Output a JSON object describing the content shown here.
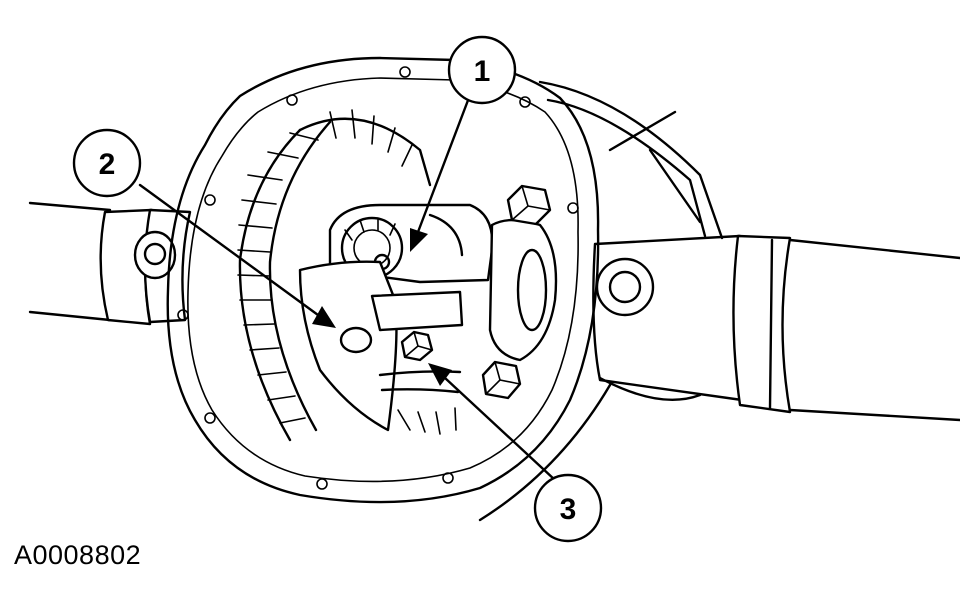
{
  "figure": {
    "id": "A0008802"
  },
  "callouts": [
    {
      "number": "1"
    },
    {
      "number": "2"
    },
    {
      "number": "3"
    }
  ],
  "colors": {
    "line": "#000000",
    "background": "#ffffff"
  }
}
